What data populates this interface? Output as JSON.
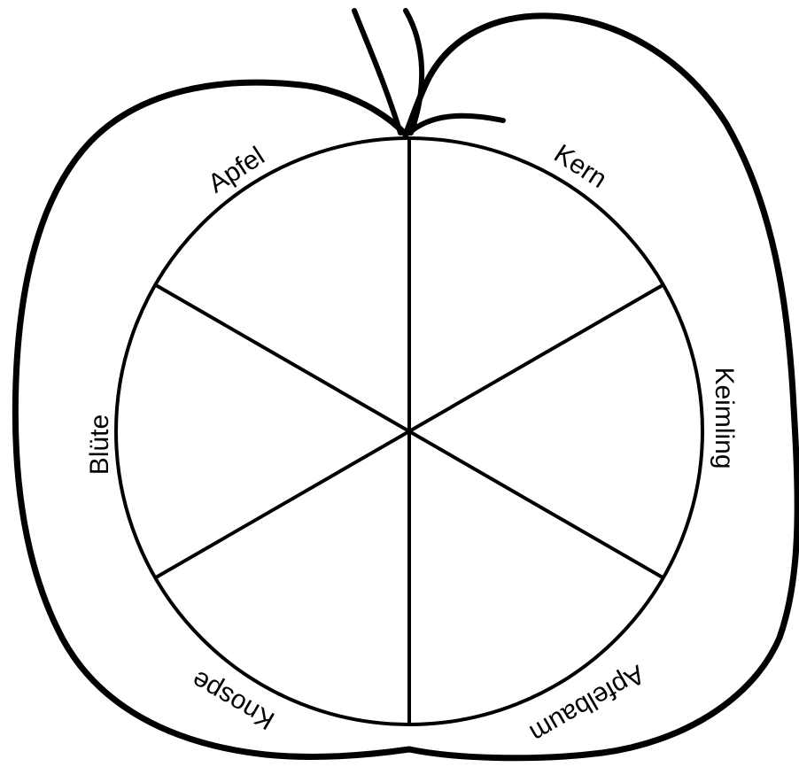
{
  "colors": {
    "ink": "#000000",
    "paper": "#ffffff"
  },
  "wheel": {
    "segments": 6,
    "labels": {
      "top_left": "Apfel",
      "top_right": "Kern",
      "right": "Keimling",
      "bottom_right": "Apfelbaum",
      "bottom_left": "Knospe",
      "left": "Blüte"
    }
  },
  "icons": [
    "apple-outline-icon",
    "apple-stem-icon"
  ]
}
